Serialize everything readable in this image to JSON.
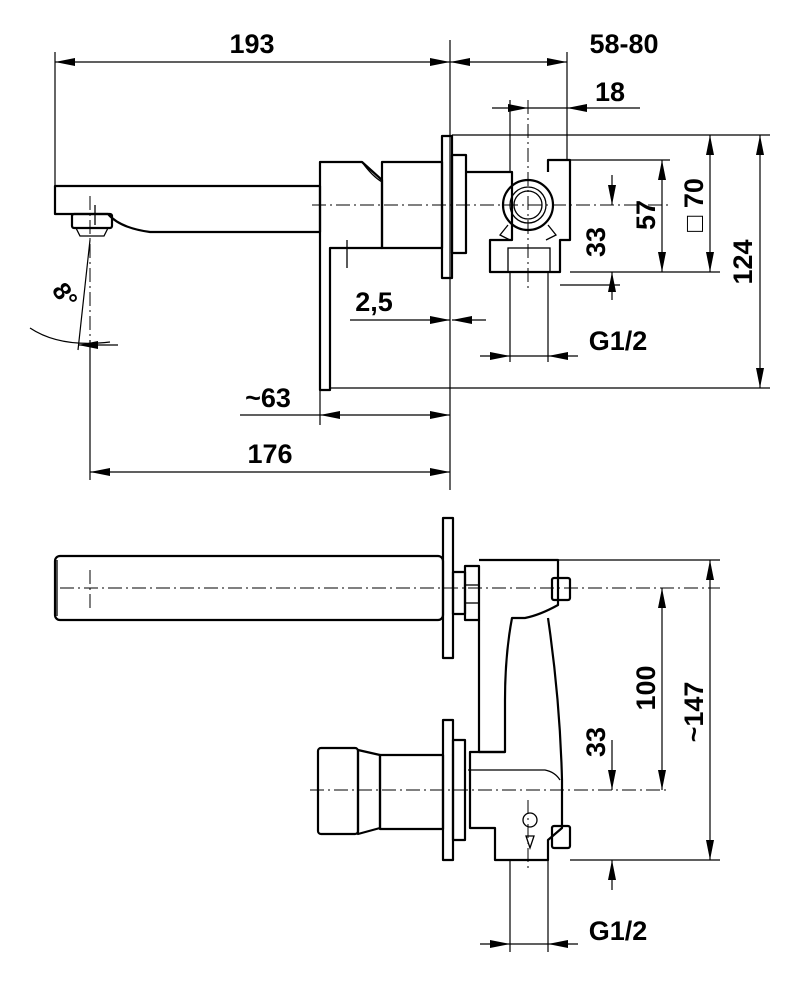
{
  "drawing": {
    "upper_view": {
      "dimensions": {
        "spout_length": "193",
        "wall_depth": "58-80",
        "offset": "18",
        "height_33": "33",
        "height_57": "57",
        "square": "□ 70",
        "height_124": "124",
        "plate_gap": "2,5",
        "thread": "G1/2",
        "lever_depth": "~63",
        "outlet_reach": "176",
        "spout_angle": "8°"
      }
    },
    "lower_view": {
      "dimensions": {
        "centers": "100",
        "total_height": "~147",
        "height_33": "33",
        "thread": "G1/2"
      }
    }
  }
}
